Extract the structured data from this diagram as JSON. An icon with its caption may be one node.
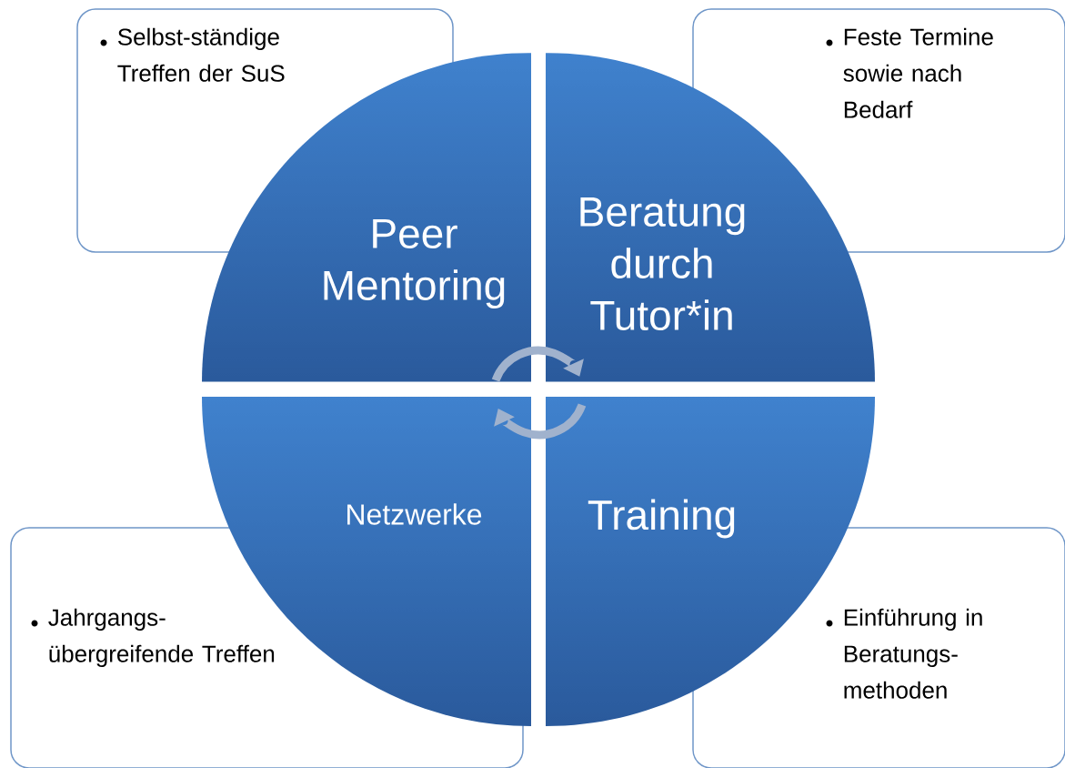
{
  "diagram": {
    "nodes": [
      {
        "text": [
          "Selbst-ständige Treffen der SuS"
        ]
      },
      {
        "text": [
          "Feste Termine sowie nach Bedarf"
        ]
      },
      {
        "text": [
          "Peer Mentoring"
        ]
      },
      {
        "text": [
          "Beratung durch Tutor*in"
        ]
      },
      {
        "text": [
          "Netzwerke"
        ]
      },
      {
        "text": [
          "Training"
        ]
      },
      {
        "text": [
          "Jahrgangs-übergreifende Treffen"
        ]
      },
      {
        "text": [
          "Einführung in Beratungs-methoden"
        ]
      }
    ]
  }
}
